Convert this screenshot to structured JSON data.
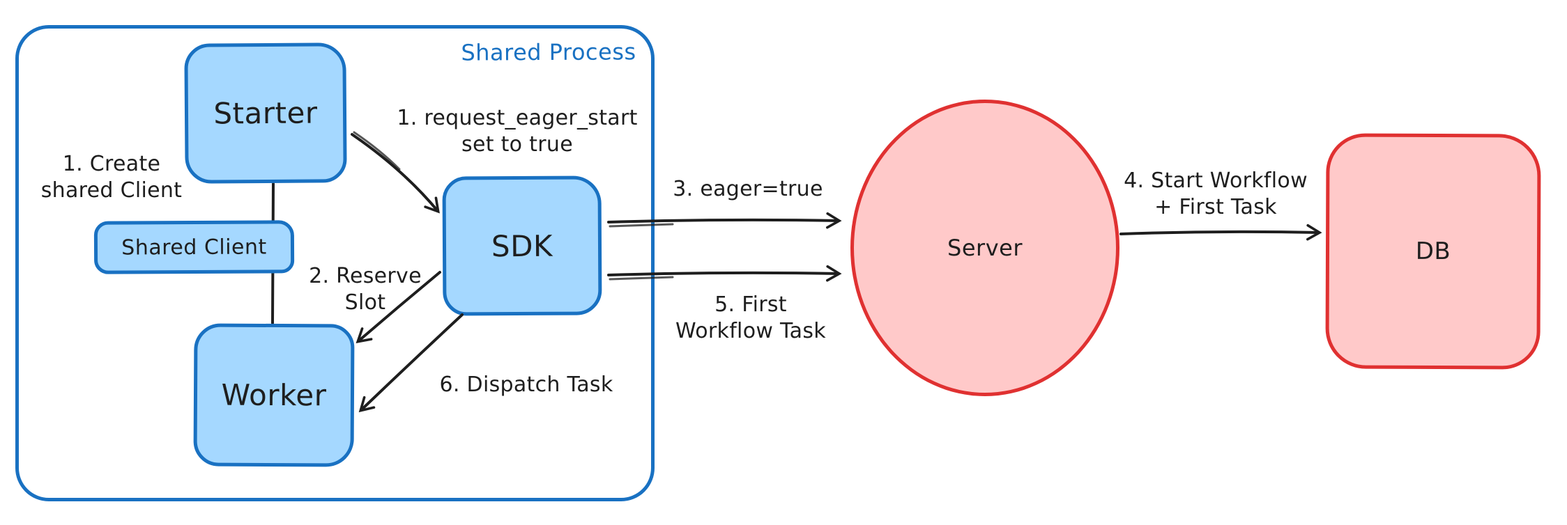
{
  "diagram": {
    "container": {
      "label": "Shared Process"
    },
    "nodes": {
      "starter": "Starter",
      "shared_client": "Shared Client",
      "worker": "Worker",
      "sdk": "SDK",
      "server": "Server",
      "db": "DB"
    },
    "annotations": {
      "create_client": [
        "1. Create",
        "shared Client"
      ],
      "request_eager": [
        "1. request_eager_start",
        "set to true"
      ],
      "reserve_slot": [
        "2. Reserve",
        "Slot"
      ],
      "eager_true": [
        "3. eager=true"
      ],
      "start_workflow": [
        "4. Start Workflow",
        "+ First Task"
      ],
      "first_workflow_task": [
        "5. First",
        "Workflow Task"
      ],
      "dispatch_task": [
        "6. Dispatch Task"
      ]
    },
    "edges": [
      {
        "from": "Starter",
        "to": "Shared Client",
        "label": "1. Create shared Client"
      },
      {
        "from": "Shared Client",
        "to": "Worker",
        "label": ""
      },
      {
        "from": "Starter",
        "to": "SDK",
        "label": "1. request_eager_start set to true"
      },
      {
        "from": "SDK",
        "to": "Worker",
        "label": "2. Reserve Slot"
      },
      {
        "from": "SDK",
        "to": "Server",
        "label": "3. eager=true"
      },
      {
        "from": "Server",
        "to": "DB",
        "label": "4. Start Workflow + First Task"
      },
      {
        "from": "SDK",
        "to": "Server",
        "label": "5. First Workflow Task"
      },
      {
        "from": "SDK",
        "to": "Worker",
        "label": "6. Dispatch Task"
      }
    ],
    "colors": {
      "blue_stroke": "#1971c2",
      "blue_fill": "#a5d8ff",
      "red_stroke": "#e03131",
      "red_fill": "#ffc9c9",
      "ink": "#1e1e1e"
    }
  }
}
